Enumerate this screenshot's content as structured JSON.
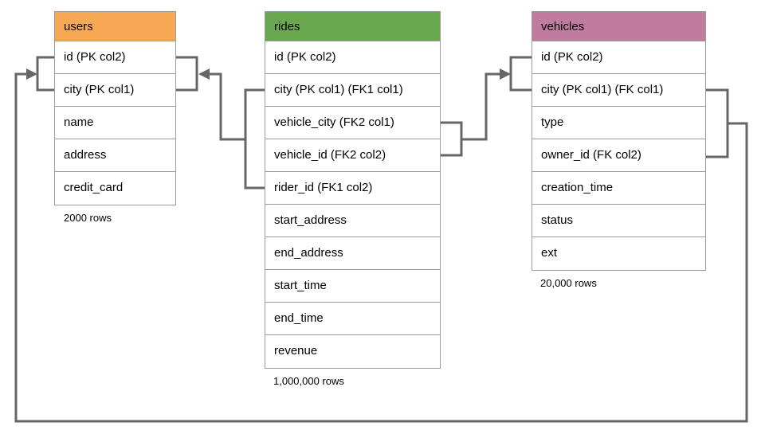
{
  "diagram": {
    "connector_color": "#666666",
    "cell_border_color": "#9a9a9a",
    "tables": [
      {
        "name": "users",
        "header_color": "#f6a855",
        "columns": [
          "id (PK col2)",
          "city (PK col1)",
          "name",
          "address",
          "credit_card"
        ],
        "row_count_label": "2000 rows"
      },
      {
        "name": "rides",
        "header_color": "#6aa84f",
        "columns": [
          "id (PK col2)",
          "city (PK col1) (FK1 col1)",
          "vehicle_city (FK2 col1)",
          "vehicle_id (FK2 col2)",
          "rider_id (FK1 col2)",
          "start_address",
          "end_address",
          "start_time",
          "end_time",
          "revenue"
        ],
        "row_count_label": "1,000,000 rows"
      },
      {
        "name": "vehicles",
        "header_color": "#c07c9e",
        "columns": [
          "id (PK col2)",
          "city (PK col1) (FK col1)",
          "type",
          "owner_id (FK col2)",
          "creation_time",
          "status",
          "ext"
        ],
        "row_count_label": "20,000 rows"
      }
    ],
    "relationships": [
      {
        "from": "rides (city FK1 col1, rider_id FK1 col2)",
        "to": "users (id, city)"
      },
      {
        "from": "rides (vehicle_city FK2 col1, vehicle_id FK2 col2)",
        "to": "vehicles (id, city)"
      },
      {
        "from": "vehicles (city FK col1, owner_id FK col2)",
        "to": "users (id, city)"
      }
    ]
  }
}
